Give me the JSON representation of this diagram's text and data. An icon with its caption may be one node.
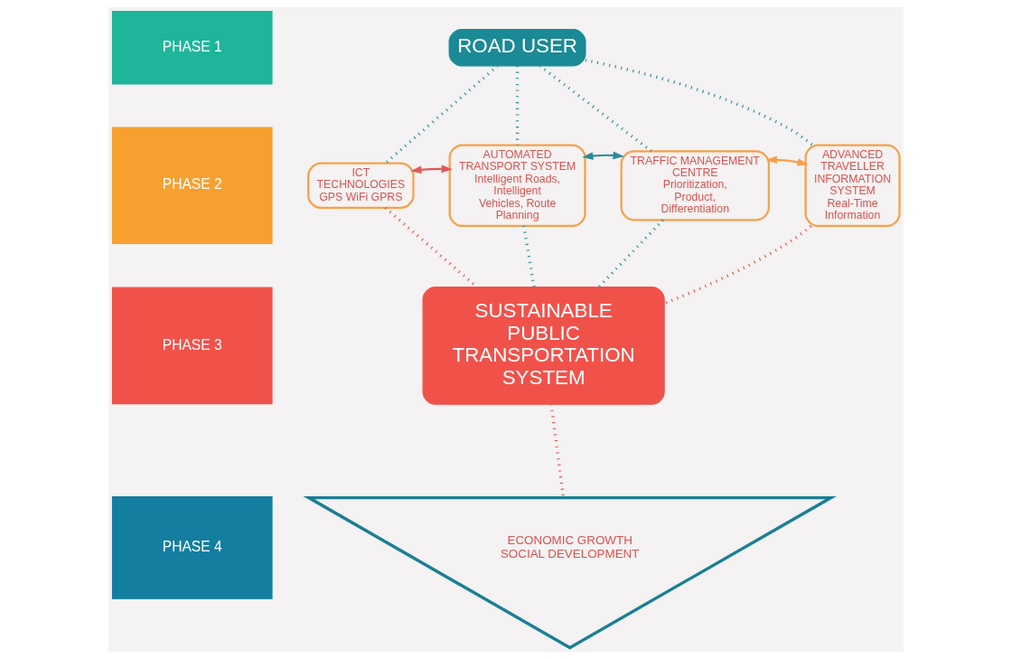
{
  "diagram": {
    "nodes": [
      {
        "text": [
          "PHASE 1"
        ]
      },
      {
        "text": [
          "ROAD USER"
        ]
      },
      {
        "text": [
          "PHASE 2"
        ]
      },
      {
        "text": [
          "ICT TECHNOLOGIES",
          "GPS WiFi GPRS"
        ]
      },
      {
        "text": [
          "AUTOMATED TRANSPORT SYSTEM",
          "Intelligent Roads, Intelligent Vehicles, Route Planning"
        ]
      },
      {
        "text": [
          "TRAFFIC MANAGEMENT CENTRE",
          "Prioritization, Product, Differentiation"
        ]
      },
      {
        "text": [
          "ADVANCED TRAVELLER INFORMATION SYSTEM",
          "Real-Time Information"
        ]
      },
      {
        "text": [
          "PHASE 3"
        ]
      },
      {
        "text": [
          "SUSTAINABLE PUBLIC TRANSPORTATION SYSTEM"
        ]
      },
      {
        "text": [
          "PHASE 4"
        ]
      },
      {
        "text": [
          "ECONOMIC GROWTH",
          "SOCIAL DEVELOPMENT"
        ]
      }
    ],
    "edges": [
      {
        "from": 1,
        "to": 3,
        "arrow": "none",
        "style": "dashed"
      },
      {
        "from": 1,
        "to": 4,
        "arrow": "none",
        "style": "dashed"
      },
      {
        "from": 1,
        "to": 5,
        "arrow": "none",
        "style": "dashed"
      },
      {
        "from": 1,
        "to": 6,
        "arrow": "none",
        "style": "dashed"
      },
      {
        "from": 3,
        "to": 4,
        "arrow": "both",
        "color": "#e05a5a"
      },
      {
        "from": 4,
        "to": 5,
        "arrow": "both"
      },
      {
        "from": 5,
        "to": 6,
        "arrow": "both",
        "color": "#f5a04a"
      },
      {
        "from": 4,
        "to": 8,
        "arrow": "none",
        "style": "dashed"
      },
      {
        "from": 5,
        "to": 8,
        "arrow": "none",
        "style": "dashed"
      },
      {
        "from": 3,
        "to": 8,
        "arrow": "none",
        "style": "dashed",
        "color": "#e8534a"
      },
      {
        "from": 6,
        "to": 8,
        "arrow": "none",
        "style": "dashed",
        "color": "#e8534a"
      },
      {
        "from": 8,
        "to": 10,
        "arrow": "none",
        "style": "dashed",
        "color": "#e8534a"
      }
    ]
  }
}
